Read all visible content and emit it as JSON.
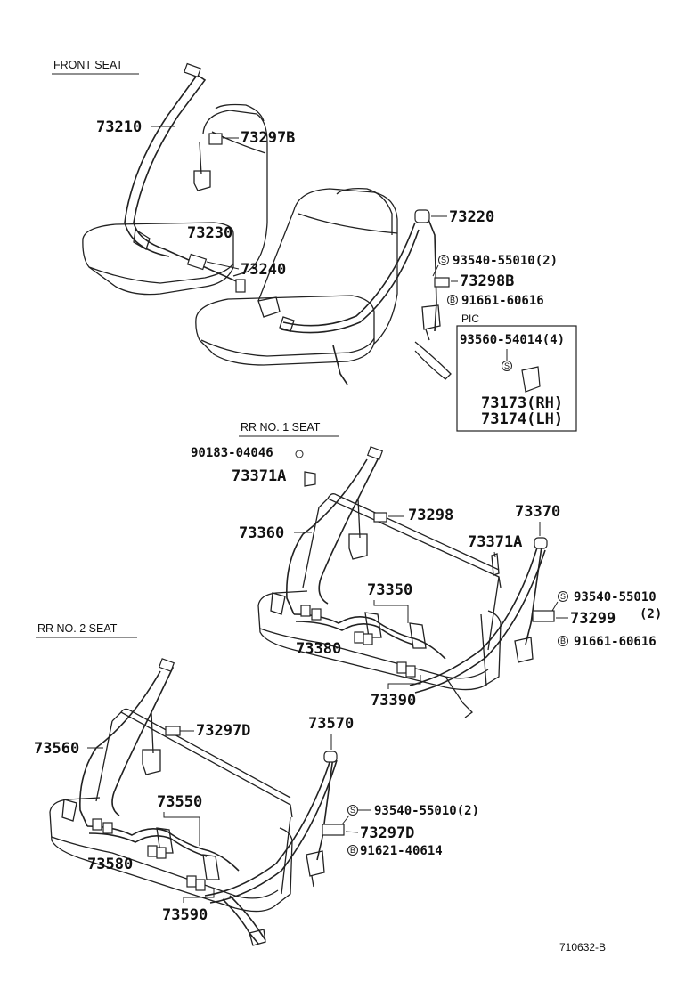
{
  "sections": {
    "front": "FRONT SEAT",
    "rr1": "RR NO. 1 SEAT",
    "rr2": "RR NO. 2 SEAT"
  },
  "parts": {
    "p73210": "73210",
    "p73297b": "73297B",
    "p73230": "73230",
    "p73240": "73240",
    "p73220": "73220",
    "p93540a": "93540-55010(2)",
    "p73298b": "73298B",
    "p91661a": "91661-60616",
    "pic": "PIC",
    "p93560": "93560-54014(4)",
    "p73173": "73173(RH)",
    "p73174": "73174(LH)",
    "p90183": "90183-04046",
    "p73371a_1": "73371A",
    "p73360": "73360",
    "p73298": "73298",
    "p73370": "73370",
    "p73371a_2": "73371A",
    "p73350": "73350",
    "p93540b": "93540-55010",
    "p93540b_qty": "(2)",
    "p73299": "73299",
    "p91661b": "91661-60616",
    "p73380": "73380",
    "p73390": "73390",
    "p73560": "73560",
    "p73297d_1": "73297D",
    "p73570": "73570",
    "p73550": "73550",
    "p93540c": "93540-55010(2)",
    "p73297d_2": "73297D",
    "p91621": "91621-40614",
    "p73580": "73580",
    "p73590": "73590"
  },
  "symbols": {
    "screw": "S",
    "bolt": "B"
  },
  "footer": {
    "drawing_no": "710632-B"
  }
}
